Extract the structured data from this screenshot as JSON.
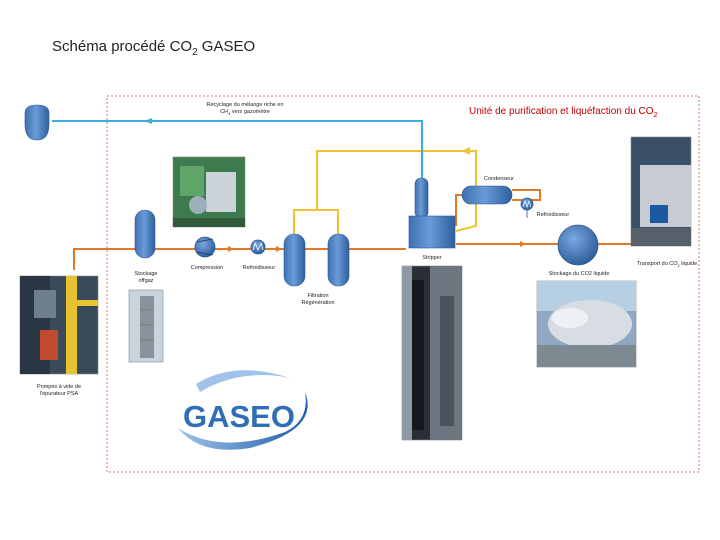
{
  "title": {
    "main": "Schéma procédé CO",
    "sub": "2",
    "rest": " GASEO"
  },
  "unit_title": {
    "main": "Unité de purification et liquéfaction du CO",
    "sub": "2"
  },
  "recycle_label": {
    "line1": "Recyclage du mélange riche en",
    "line2_pre": "CH",
    "line2_sub": "4",
    "line2_post": " vers gazomètre"
  },
  "labels": {
    "stockage_offgaz_1": "Stockage",
    "stockage_offgaz_2": "offgaz",
    "compression": "Compression",
    "refroidisseur_1": "Refroidisseur",
    "filtration_1": "Filtration",
    "filtration_2": "Régénération",
    "stripper": "Stripper",
    "condenseur": "Condenseur",
    "refroidisseur_2": "Refroidisseur",
    "stockage_co2": "Stockage du CO2 liquide",
    "transport_pre": "Transport du CO",
    "transport_sub": "2",
    "transport_post": " liquide",
    "pompes_1": "Pompes à vide de",
    "pompes_2": "l'épurateur PSA"
  },
  "logo": {
    "text": "GASEO"
  },
  "colors": {
    "gas_line": "#e07a28",
    "recycle_line": "#3aaee0",
    "reflux_line": "#f2c12e",
    "vessel_fill": "#4a7ec0",
    "vessel_stroke": "#2c5a90",
    "boundary": "#c0504d",
    "logo_blue": "#2e6fb5"
  },
  "icons": [
    "compressor-icon",
    "heat-exchanger-icon",
    "gasometer-icon"
  ]
}
